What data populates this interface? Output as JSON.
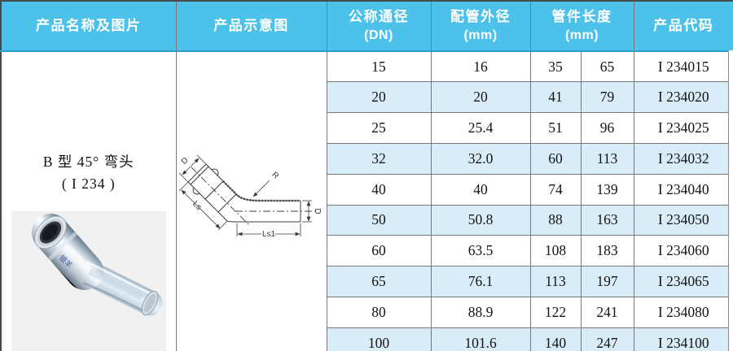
{
  "table": {
    "headers": {
      "product": "产品名称及图片",
      "schematic": "产品示意图",
      "dn_line1": "公称通径",
      "dn_line2": "(DN)",
      "od_line1": "配管外径",
      "od_line2": "(mm)",
      "length_line1": "管件长度",
      "length_line2": "(mm)",
      "code": "产品代码"
    },
    "rows": [
      {
        "dn": "15",
        "od": "16",
        "len_a": "35",
        "len_b": "65",
        "code": "I 234015"
      },
      {
        "dn": "20",
        "od": "20",
        "len_a": "41",
        "len_b": "79",
        "code": "I 234020"
      },
      {
        "dn": "25",
        "od": "25.4",
        "len_a": "51",
        "len_b": "96",
        "code": "I 234025"
      },
      {
        "dn": "32",
        "od": "32.0",
        "len_a": "60",
        "len_b": "113",
        "code": "I 234032"
      },
      {
        "dn": "40",
        "od": "40",
        "len_a": "74",
        "len_b": "139",
        "code": "I 234040"
      },
      {
        "dn": "50",
        "od": "50.8",
        "len_a": "88",
        "len_b": "163",
        "code": "I 234050"
      },
      {
        "dn": "60",
        "od": "63.5",
        "len_a": "108",
        "len_b": "183",
        "code": "I 234060"
      },
      {
        "dn": "65",
        "od": "76.1",
        "len_a": "113",
        "len_b": "197",
        "code": "I 234065"
      },
      {
        "dn": "80",
        "od": "88.9",
        "len_a": "122",
        "len_b": "241",
        "code": "I 234080"
      },
      {
        "dn": "100",
        "od": "101.6",
        "len_a": "140",
        "len_b": "247",
        "code": "I 234100"
      }
    ]
  },
  "product": {
    "name_line1": "B 型 45° 弯头",
    "name_line2": "( I 234 )",
    "brand_mark": "银羊"
  },
  "schematic": {
    "label_d_socket": "D",
    "label_ls": "Ls",
    "label_r": "R",
    "label_ls1": "Ls1",
    "label_d_pipe": "D"
  },
  "colors": {
    "header_bg": "#4cc2ea",
    "header_text": "#ffffff",
    "row_alt_bg": "#d9edf8",
    "row_bg": "#ffffff",
    "grid_line": "#787878",
    "body_text": "#141414"
  }
}
